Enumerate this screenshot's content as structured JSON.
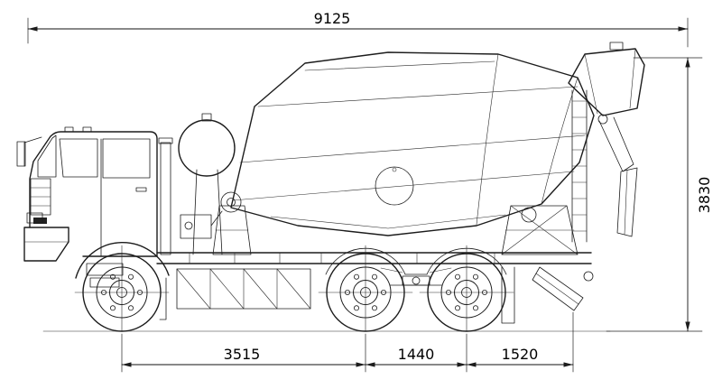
{
  "dimensions": {
    "overall_length": "9125",
    "overall_height": "3830",
    "wheelbase": "3515",
    "rear_axle_spacing": "1440",
    "rear_overhang": "1520"
  }
}
